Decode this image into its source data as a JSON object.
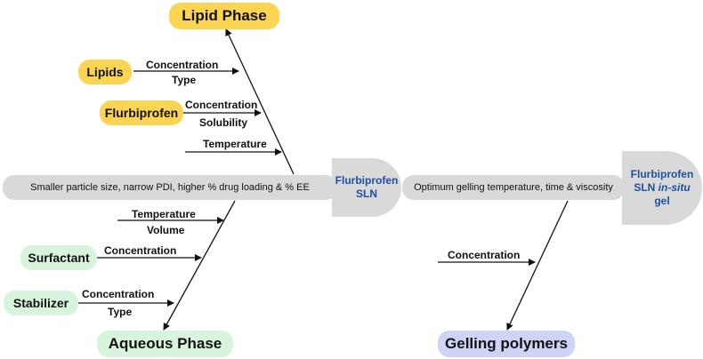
{
  "categories": {
    "lipid_phase": "Lipid Phase",
    "aqueous_phase": "Aqueous Phase",
    "gelling_polymers": "Gelling polymers"
  },
  "factors": {
    "lipids": "Lipids",
    "flurbiprofen": "Flurbiprofen",
    "surfactant": "Surfactant",
    "stabilizer": "Stabilizer"
  },
  "labels": {
    "lipids_concentration": "Concentration",
    "lipids_type": "Type",
    "flurbi_concentration": "Concentration",
    "flurbi_solubility": "Solubility",
    "lipid_temperature": "Temperature",
    "aq_temperature": "Temperature",
    "aq_volume": "Volume",
    "surfactant_concentration": "Concentration",
    "stabilizer_concentration": "Concentration",
    "stabilizer_type": "Type",
    "gel_concentration": "Concentration"
  },
  "spines": {
    "sln_outcome": "Smaller particle size, narrow PDI, higher % drug loading & % EE",
    "gel_outcome": "Optimum gelling temperature, time & viscosity"
  },
  "heads": {
    "sln_line1": "Flurbiprofen",
    "sln_line2": "SLN",
    "gel_line1": "Flurbiprofen",
    "gel_line2_plain": "SLN ",
    "gel_line2_italic": "in-situ",
    "gel_line3": "gel"
  },
  "colors": {
    "lipid_phase": "#fbd452",
    "aqueous_phase": "#d9f4dc",
    "gelling_polymers": "#cfd3f5",
    "spine": "#d9d9d9",
    "head_text": "#1f4fa0"
  }
}
